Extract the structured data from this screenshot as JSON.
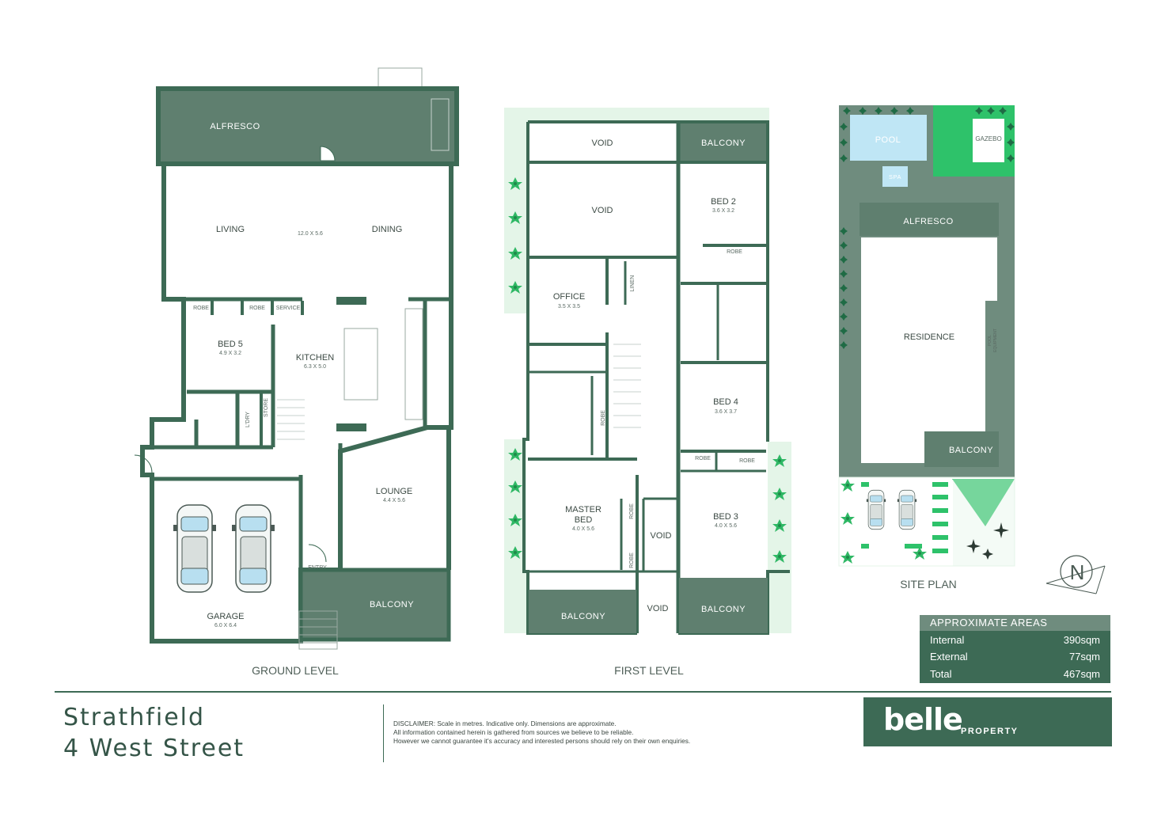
{
  "ground": {
    "alfresco": "ALFRESCO",
    "living": "LIVING",
    "living_dim": "12.0 X 5.6",
    "dining": "DINING",
    "robe1": "ROBE",
    "robe2": "ROBE",
    "service": "SERVICE",
    "bed5": "BED 5",
    "bed5_dim": "4.9 X 3.2",
    "kitchen": "KITCHEN",
    "kitchen_dim": "6.3 X 5.0",
    "ldry": "L'DRY",
    "store": "STORE",
    "lounge": "LOUNGE",
    "lounge_dim": "4.4 X 5.6",
    "entry": "ENTRY",
    "balcony": "BALCONY",
    "garage": "GARAGE",
    "garage_dim": "6.0 X 6.4",
    "caption": "GROUND LEVEL"
  },
  "first": {
    "void_top": "VOID",
    "balcony_top": "BALCONY",
    "void2": "VOID",
    "bed2": "BED 2",
    "bed2_dim": "3.6 X 3.2",
    "robe_bed2": "ROBE",
    "office": "OFFICE",
    "office_dim": "3.5 X 3.5",
    "linen": "LINEN",
    "robe_master": "ROBE",
    "bed4": "BED 4",
    "bed4_dim": "3.6 X 3.7",
    "robe_a": "ROBE",
    "robe_b": "ROBE",
    "master1": "MASTER",
    "master2": "BED",
    "master_dim": "4.0 X 5.6",
    "robe_m1": "ROBE",
    "robe_m2": "ROBE",
    "void3": "VOID",
    "bed3": "BED 3",
    "bed3_dim": "4.0 X 5.6",
    "balcony_l": "BALCONY",
    "void4": "VOID",
    "balcony_r": "BALCONY",
    "caption": "FIRST LEVEL"
  },
  "site": {
    "pool": "POOL",
    "spa": "SPA",
    "gazebo": "GAZEBO",
    "alfresco": "ALFRESCO",
    "residence": "RESIDENCE",
    "pool_equipment_1": "POOL",
    "pool_equipment_2": "EQUIPMENT",
    "balcony": "BALCONY",
    "caption": "SITE PLAN",
    "north": "N"
  },
  "areas": {
    "heading": "APPROXIMATE AREAS",
    "rows": [
      {
        "label": "Internal",
        "value": "390sqm"
      },
      {
        "label": "External",
        "value": "77sqm"
      },
      {
        "label": "Total",
        "value": "467sqm"
      }
    ]
  },
  "footer": {
    "suburb": "Strathfield",
    "address": "4 West Street",
    "disclaimer_1": "DISCLAIMER: Scale in metres. Indicative only. Dimensions are approximate.",
    "disclaimer_2": "All information contained herein is gathered from sources we believe to be reliable.",
    "disclaimer_3": "However we cannot guarantee it's accuracy and interested persons should rely on their own enquiries.",
    "brand": "belle",
    "brand_sub": "PROPERTY"
  },
  "colors": {
    "wall": "#3d6a55",
    "outdoor": "#5f7f6f",
    "garden": "#e4f5e8",
    "pool": "#bfe6f5",
    "lawn": "#2ec26a",
    "plant": "#2fb865"
  }
}
